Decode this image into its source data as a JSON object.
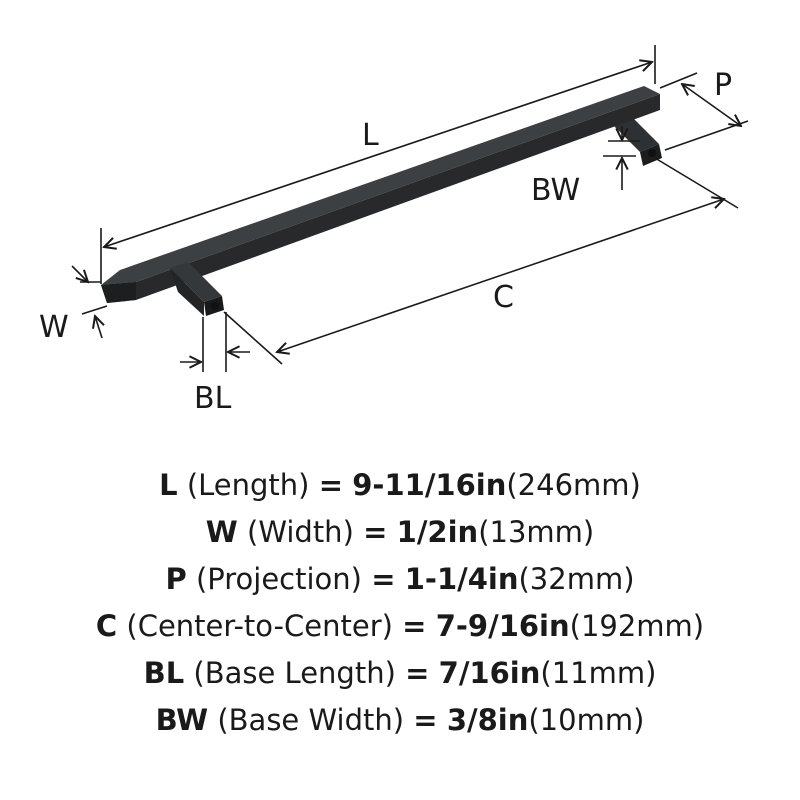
{
  "diagram": {
    "labels": {
      "L": "L",
      "W": "W",
      "P": "P",
      "C": "C",
      "BL": "BL",
      "BW": "BW"
    },
    "colors": {
      "bar_top": "#3a3d3f",
      "bar_front": "#25282a",
      "bar_dark": "#17191a",
      "line": "#1a1a1a"
    }
  },
  "specs": [
    {
      "abbr": "L",
      "name": "(Length)",
      "eq": "=",
      "imperial": "9-11/16in",
      "metric": "(246mm)"
    },
    {
      "abbr": "W",
      "name": "(Width)",
      "eq": "=",
      "imperial": "1/2in",
      "metric": "(13mm)"
    },
    {
      "abbr": "P",
      "name": "(Projection)",
      "eq": "=",
      "imperial": "1-1/4in",
      "metric": "(32mm)"
    },
    {
      "abbr": "C",
      "name": "(Center-to-Center)",
      "eq": "=",
      "imperial": "7-9/16in",
      "metric": "(192mm)"
    },
    {
      "abbr": "BL",
      "name": "(Base Length)",
      "eq": "=",
      "imperial": "7/16in",
      "metric": "(11mm)"
    },
    {
      "abbr": "BW",
      "name": "(Base Width)",
      "eq": "=",
      "imperial": "3/8in",
      "metric": "(10mm)"
    }
  ]
}
